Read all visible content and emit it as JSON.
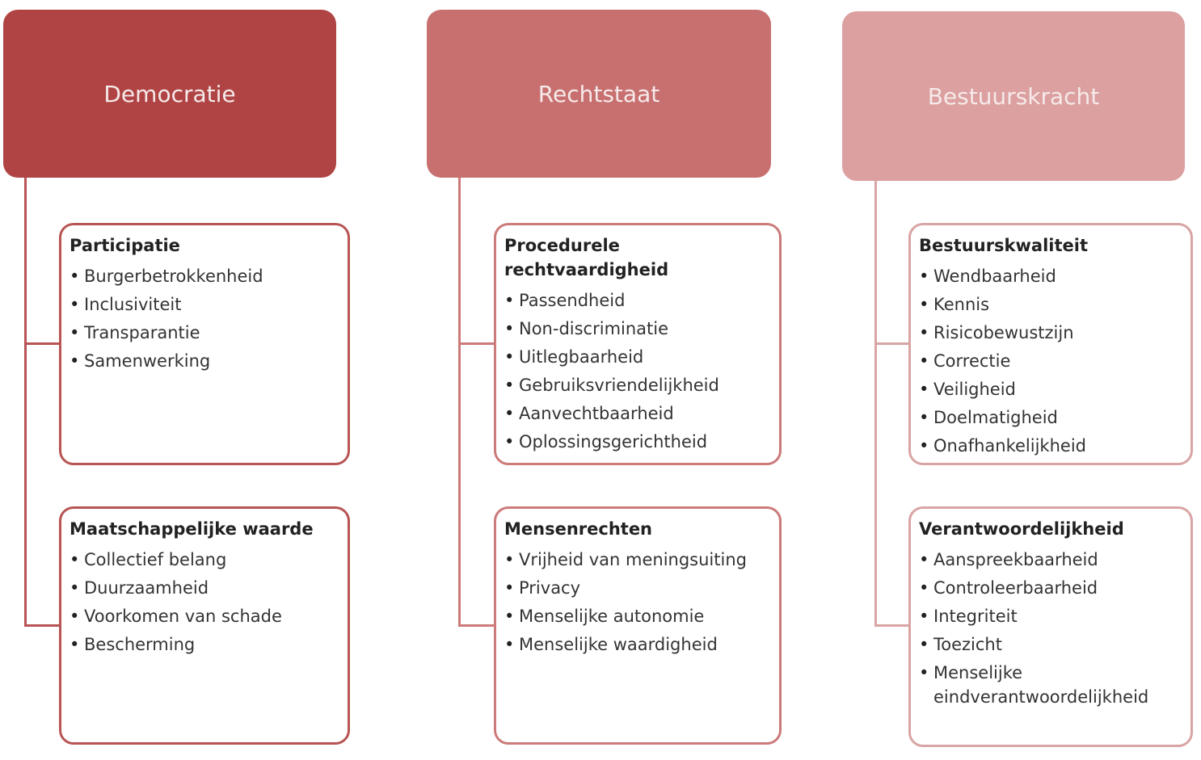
{
  "pillars": [
    {
      "title": "Democratie",
      "color": "#b04444",
      "box_border": "#b85454",
      "groups": [
        {
          "title": "Participatie",
          "items": [
            "Burgerbetrokkenheid",
            "Inclusiviteit",
            "Transparantie",
            "Samenwerking"
          ]
        },
        {
          "title": "Maatschappelijke  waarde",
          "items": [
            "Collectief belang",
            "Duurzaamheid",
            "Voorkomen van schade",
            "Bescherming"
          ]
        }
      ]
    },
    {
      "title": "Rechtstaat",
      "color": "#c87070",
      "box_border": "#cc7a7a",
      "groups": [
        {
          "title": "Procedurele rechtvaardigheid",
          "items": [
            "Passendheid",
            "Non-discriminatie",
            "Uitlegbaarheid",
            "Gebruiksvriendelijkheid",
            "Aanvechtbaarheid",
            "Oplossingsgerichtheid"
          ]
        },
        {
          "title": "Mensenrechten",
          "items": [
            "Vrijheid van meningsuiting",
            "Privacy",
            "Menselijke  autonomie",
            "Menselijke  waardigheid"
          ]
        }
      ]
    },
    {
      "title": "Bestuurskracht",
      "color": "#dca0a0",
      "box_border": "#d9a4a4",
      "groups": [
        {
          "title": "Bestuurskwaliteit",
          "items": [
            "Wendbaarheid",
            "Kennis",
            "Risicobewustzijn",
            "Correctie",
            "Veiligheid",
            "Doelmatigheid",
            "Onafhankelijkheid"
          ]
        },
        {
          "title": "Verantwoordelijkheid",
          "items": [
            "Aanspreekbaarheid",
            "Controleerbaarheid",
            "Integriteit",
            "Toezicht",
            "Menselijke eindverantwoordelijkheid"
          ]
        }
      ]
    }
  ]
}
